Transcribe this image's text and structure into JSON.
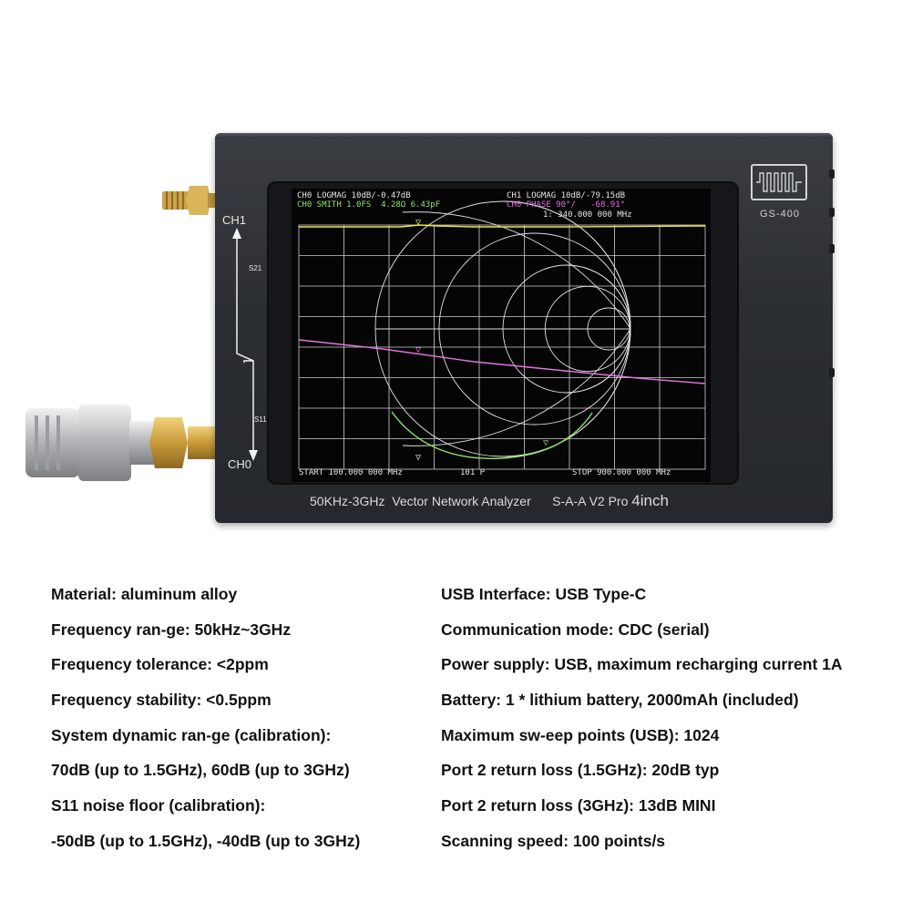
{
  "device": {
    "screen": {
      "header_left_1": "CH0 LOGMAG 10dB/-0.47dB",
      "header_left_2": "CH0 SMITH 1.0FS  4.28Ω 6.43pF",
      "header_right_1": "CH1 LOGMAG 10dB/-79.15dB",
      "header_right_2": "CH0 PHASE 90°/   -68.91°",
      "marker_readout": "1: 340.000 000 MHz",
      "footer_start": "START 100.000 000 MHz",
      "footer_points": "101 P",
      "footer_stop": "STOP 900.000 000 MHz"
    },
    "ch1_label": "CH1",
    "ch0_label": "CH0",
    "s21_label": "S21",
    "s11_label": "S11",
    "model_badge": "GS-400",
    "front_label": "50KHz-3GHz  Vector Network Analyzer",
    "front_model": "S-A-A V2 Pro",
    "front_size": "4inch",
    "colors": {
      "case": "#2b2e33",
      "trace_yellow": "#e8e84a",
      "trace_green": "#8fe36a",
      "trace_pink": "#e373e0",
      "grid": "#d8d8d8"
    }
  },
  "specs": {
    "left": [
      "Material: aluminum alloy",
      "Frequency ran-ge: 50kHz~3GHz",
      "Frequency tolerance: <2ppm",
      "Frequency stability: <0.5ppm",
      "System dynamic ran-ge (calibration):",
      "70dB (up to 1.5GHz), 60dB (up to 3GHz)",
      "S11 noise floor (calibration):",
      "-50dB (up to 1.5GHz), -40dB (up to 3GHz)"
    ],
    "right": [
      "USB Interface: USB Type-C",
      "Communication mode: CDC (serial)",
      "Power supply: USB, maximum recharging current 1A",
      "Battery: 1 * lithium battery, 2000mAh (included)",
      "Maximum sw-eep points (USB): 1024",
      "Port 2 return loss (1.5GHz): 20dB typ",
      "Port 2 return loss (3GHz): 13dB MINI",
      "Scanning speed: 100 points/s"
    ]
  }
}
